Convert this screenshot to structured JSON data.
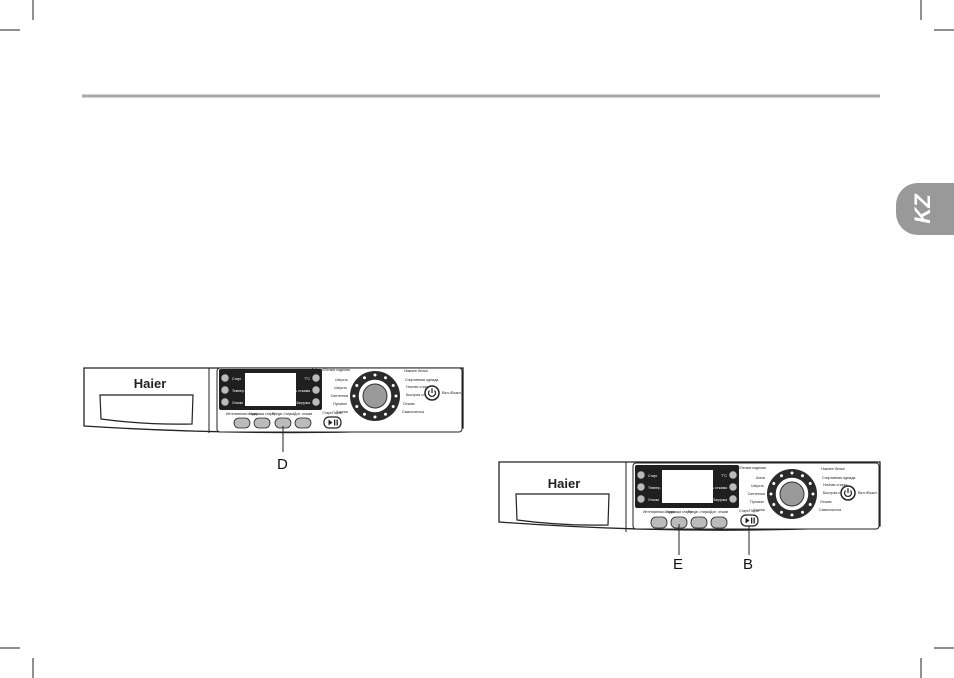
{
  "language_tab": "KZ",
  "colors": {
    "rule": "#a6a6a6",
    "tab": "#999999",
    "outline": "#222222",
    "display": "#ffffff"
  },
  "panel_top": {
    "brand": "Haier",
    "left_buttons": [
      "Старт",
      "Темпер.",
      "Отжим"
    ],
    "right_buttons": [
      "T°C",
      "Скорость отжима",
      "Загрузка"
    ],
    "bottom_buttons": [
      "Интенсивная стирка",
      "Задержка старта",
      "Предв. стирка",
      "Доп. отжим"
    ],
    "start_pause_label": "Старт/Пауза",
    "program_labels_left": [
      "Гибкие/Легкие изделия",
      "Шерсть",
      "Шерсть",
      "Синтетика",
      "Пуховое",
      "Хлопок"
    ],
    "program_labels_right": [
      "Нижнее белье",
      "Спортивная одежда",
      "Ночная стирка",
      "Быстрая стирка",
      "Отжим",
      "Самоочистка"
    ],
    "power_label": "Вкл./Выкл.",
    "callouts": [
      "D"
    ]
  },
  "panel_bottom": {
    "brand": "Haier",
    "left_buttons": [
      "Старт",
      "Темпер.",
      "Отжим"
    ],
    "right_buttons": [
      "T°C",
      "Скорость отжима",
      "Загрузка"
    ],
    "bottom_buttons": [
      "Интенсивная стирка",
      "Задержка старта",
      "Предв. стирка",
      "Доп. отжим"
    ],
    "start_pause_label": "Старт/Пауза",
    "program_labels_left": [
      "Гибкие/Легкие изделия",
      "Шелк",
      "Шерсть",
      "Синтетика",
      "Пуховое",
      "Хлопок"
    ],
    "program_labels_right": [
      "Нижнее белье",
      "Спортивная одежда",
      "Ночная стирка",
      "Быстрая стирка",
      "Отжим",
      "Самоочистка"
    ],
    "power_label": "Вкл./Выкл.",
    "callouts": [
      "E",
      "B"
    ]
  }
}
